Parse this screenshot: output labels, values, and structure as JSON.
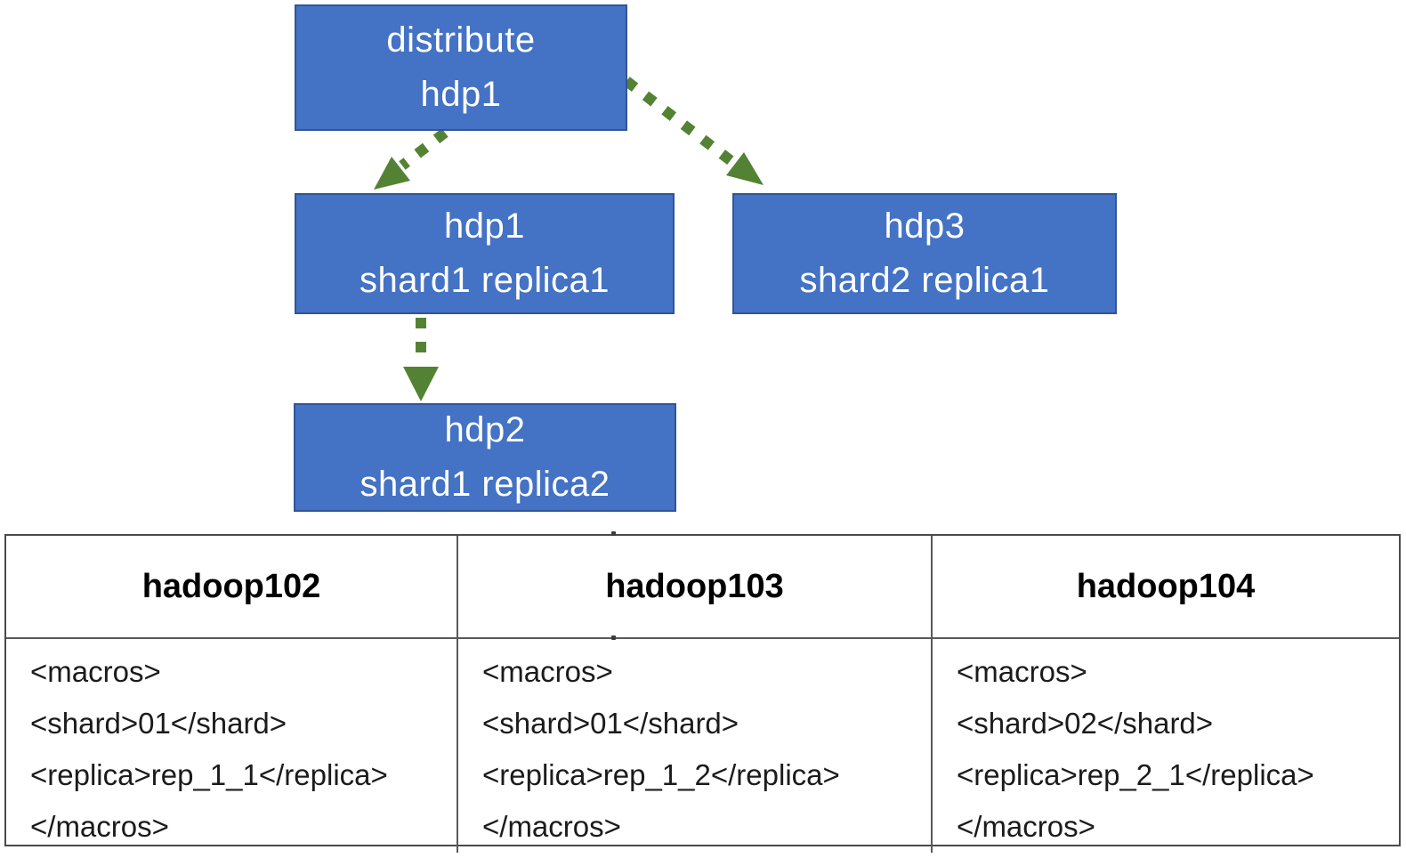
{
  "diagram": {
    "nodes": [
      {
        "id": "distribute",
        "line1": "distribute",
        "line2": "hdp1"
      },
      {
        "id": "hdp1",
        "line1": "hdp1",
        "line2": "shard1 replica1"
      },
      {
        "id": "hdp3",
        "line1": "hdp3",
        "line2": "shard2 replica1"
      },
      {
        "id": "hdp2",
        "line1": "hdp2",
        "line2": "shard1 replica2"
      }
    ],
    "edges": [
      {
        "from": "distribute hdp1",
        "to": "hdp1 shard1 replica1",
        "style": "green-dotted-arrow"
      },
      {
        "from": "distribute hdp1",
        "to": "hdp3 shard2 replica1",
        "style": "green-dotted-arrow"
      },
      {
        "from": "hdp1 shard1 replica1",
        "to": "hdp2 shard1 replica2",
        "style": "green-dotted-arrow"
      }
    ],
    "colors": {
      "node_fill": "#4472C4",
      "node_border": "#2F5597",
      "node_text": "#FFFFFF",
      "arrow_green": "#548235"
    }
  },
  "table": {
    "border_color": "#595959",
    "columns": [
      {
        "header": "hadoop102",
        "lines": [
          "<macros>",
          "<shard>01</shard>",
          "<replica>rep_1_1</replica>",
          "</macros>"
        ]
      },
      {
        "header": "hadoop103",
        "lines": [
          "<macros>",
          "<shard>01</shard>",
          "<replica>rep_1_2</replica>",
          "</macros>"
        ]
      },
      {
        "header": "hadoop104",
        "lines": [
          "<macros>",
          "<shard>02</shard>",
          "<replica>rep_2_1</replica>",
          "</macros>"
        ]
      }
    ]
  }
}
